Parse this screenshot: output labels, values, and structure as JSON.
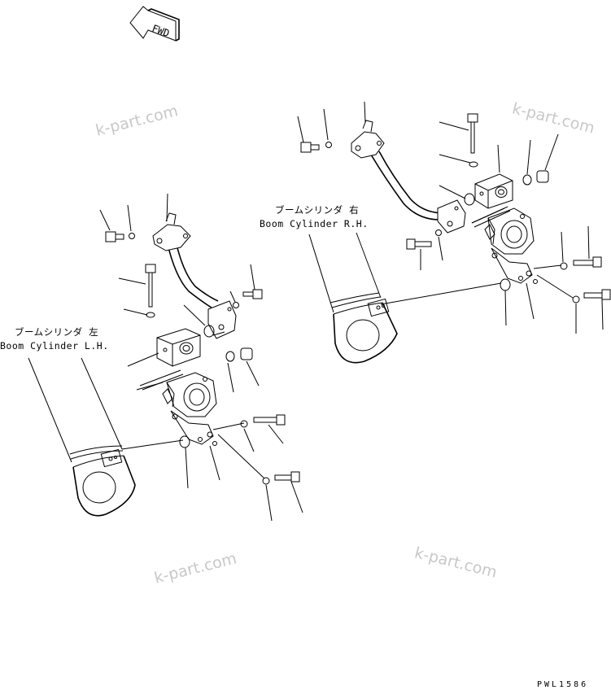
{
  "fwd_label": "FWD",
  "labels": {
    "right_jp": "ブームシリンダ 右",
    "right_en": "Boom Cylinder R.H.",
    "left_jp": "ブームシリンダ 左",
    "left_en": "Boom Cylinder L.H."
  },
  "watermarks": [
    "k-part.com",
    "k-part.com",
    "k-part.com",
    "k-part.com"
  ],
  "drawing_code": "PWL1586"
}
